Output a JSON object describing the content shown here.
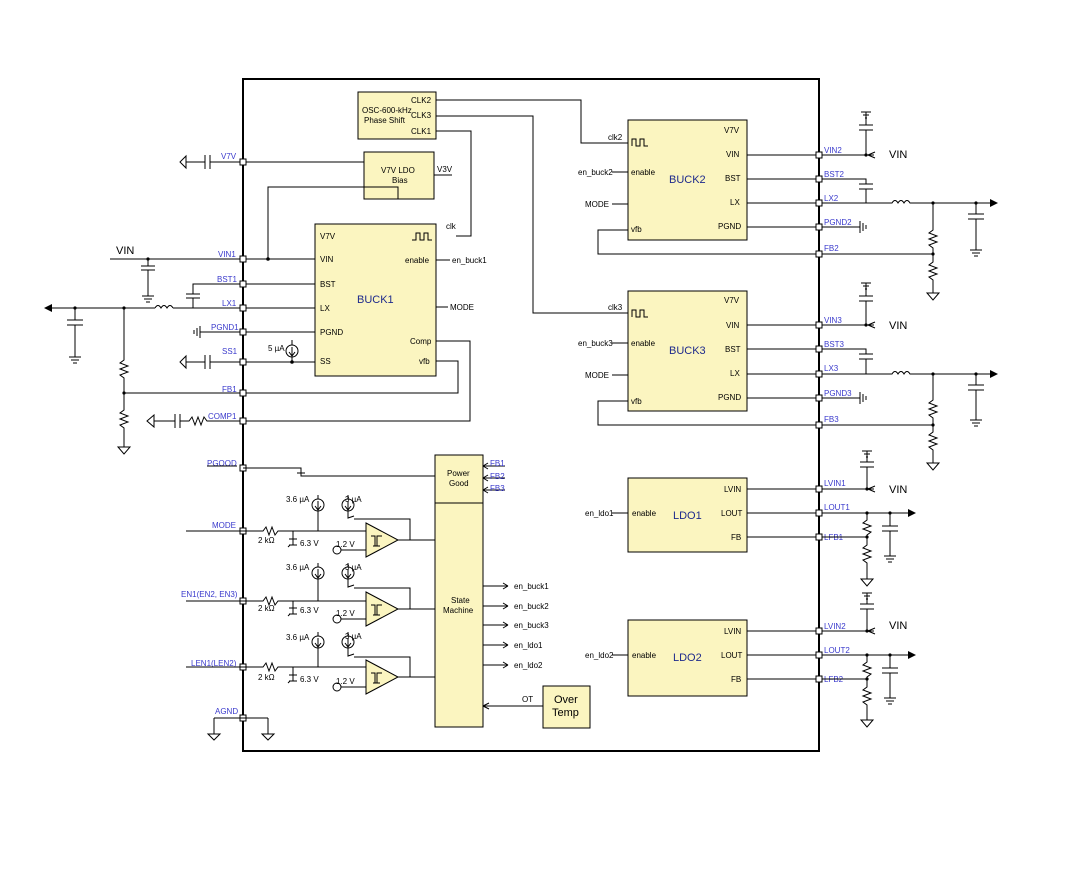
{
  "blocks": {
    "osc": {
      "line1": "OSC-600-kHz",
      "line2": "Phase Shift",
      "clk2": "CLK2",
      "clk3": "CLK3",
      "clk1": "CLK1"
    },
    "v7v_ldo": {
      "line1": "V7V LDO",
      "line2": "Bias",
      "out": "V3V"
    },
    "buck1": {
      "title": "BUCK1",
      "v7v": "V7V",
      "vin": "VIN",
      "bst": "BST",
      "lx": "LX",
      "pgnd": "PGND",
      "ss": "SS",
      "clk": "clk",
      "enable": "enable",
      "en_in": "en_buck1",
      "mode": "MODE",
      "comp": "Comp",
      "vfb": "vfb"
    },
    "buck2": {
      "title": "BUCK2",
      "clk": "clk2",
      "enable": "enable",
      "en_in": "en_buck2",
      "mode": "MODE",
      "vfb": "vfb",
      "v7v": "V7V",
      "vin": "VIN",
      "bst": "BST",
      "lx": "LX",
      "pgnd": "PGND"
    },
    "buck3": {
      "title": "BUCK3",
      "clk": "clk3",
      "enable": "enable",
      "en_in": "en_buck3",
      "mode": "MODE",
      "vfb": "vfb",
      "v7v": "V7V",
      "vin": "VIN",
      "bst": "BST",
      "lx": "LX",
      "pgnd": "PGND"
    },
    "ldo1": {
      "title": "LDO1",
      "enable": "enable",
      "en_in": "en_ldo1",
      "lvin": "LVIN",
      "lout": "LOUT",
      "fb": "FB"
    },
    "ldo2": {
      "title": "LDO2",
      "enable": "enable",
      "en_in": "en_ldo2",
      "lvin": "LVIN",
      "lout": "LOUT",
      "fb": "FB"
    },
    "power_good": {
      "line1": "Power",
      "line2": "Good",
      "fb1": "FB1",
      "fb2": "FB2",
      "fb3": "FB3"
    },
    "state_machine": {
      "line1": "State",
      "line2": "Machine",
      "outputs": [
        "en_buck1",
        "en_buck2",
        "en_buck3",
        "en_ldo1",
        "en_ldo2"
      ],
      "ot": "OT"
    },
    "over_temp": {
      "line1": "Over",
      "line2": "Temp"
    }
  },
  "left_pins": {
    "v7v": "V7V",
    "vin1": "VIN1",
    "bst1": "BST1",
    "lx1": "LX1",
    "pgnd1": "PGND1",
    "ss1": "SS1",
    "fb1": "FB1",
    "comp1": "COMP1",
    "pgood": "PGOOD",
    "mode": "MODE",
    "en": "EN1(EN2, EN3)",
    "len": "LEN1(LEN2)",
    "agnd": "AGND"
  },
  "right_pins": {
    "vin2": "VIN2",
    "bst2": "BST2",
    "lx2": "LX2",
    "pgnd2": "PGND2",
    "fb2": "FB2",
    "vin3": "VIN3",
    "bst3": "BST3",
    "lx3": "LX3",
    "pgnd3": "PGND3",
    "fb3": "FB3",
    "lvin1": "LVIN1",
    "lout1": "LOUT1",
    "lfb1": "LFB1",
    "lvin2": "LVIN2",
    "lout2": "LOUT2",
    "lfb2": "LFB2"
  },
  "labels": {
    "vin": "VIN",
    "ss_current": "5 µA",
    "src_36": "3.6 µA",
    "src_3": "3 µA",
    "r_2k": "2 kΩ",
    "zener": "6.3 V",
    "vref": "1.2 V"
  }
}
